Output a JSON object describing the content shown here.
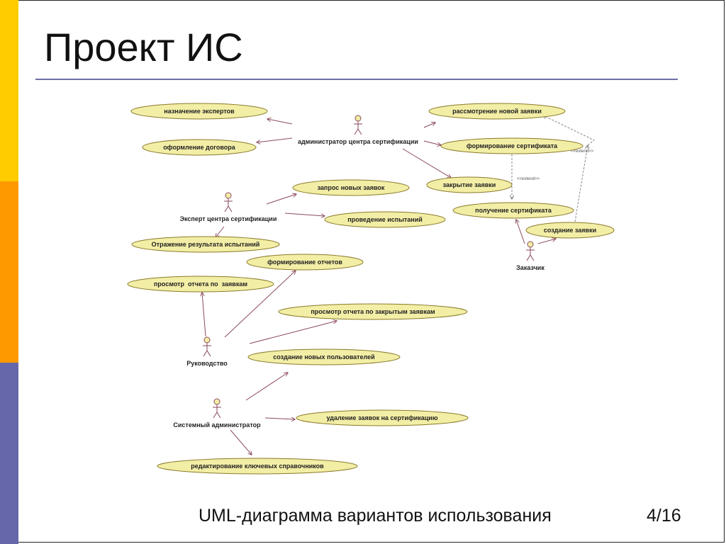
{
  "slide": {
    "title": "Проект ИС",
    "caption": "UML-диаграмма вариантов использования",
    "page": "4/16",
    "colors": {
      "yellow": "#ffcc00",
      "orange": "#ff9900",
      "blue": "#6666aa",
      "usecase_fill": "#f3eea6",
      "arrow": "#8a4a5a"
    }
  },
  "diagram": {
    "actors": [
      {
        "id": "admin",
        "label": "администратор центра сертификации"
      },
      {
        "id": "expert",
        "label": "Эксперт центра сертификации"
      },
      {
        "id": "customer",
        "label": "Заказчик"
      },
      {
        "id": "management",
        "label": "Руководство"
      },
      {
        "id": "sysadmin",
        "label": "Системный администратор"
      }
    ],
    "usecases": [
      {
        "id": "uc1",
        "label": "назначение экспертов"
      },
      {
        "id": "uc2",
        "label": "оформление договора"
      },
      {
        "id": "uc3",
        "label": "рассмотрение новой заявки"
      },
      {
        "id": "uc4",
        "label": "формирование сертификата"
      },
      {
        "id": "uc5",
        "label": "закрытие заявки"
      },
      {
        "id": "uc6",
        "label": "получение сертификата"
      },
      {
        "id": "uc7",
        "label": "создание заявки"
      },
      {
        "id": "uc8",
        "label": "запрос новых заявок"
      },
      {
        "id": "uc9",
        "label": "проведение испытаний"
      },
      {
        "id": "uc10",
        "label": "Отражение результата испытаний"
      },
      {
        "id": "uc11",
        "label": "формирование отчетов"
      },
      {
        "id": "uc12",
        "label": "просмотр  отчета по  заявкам"
      },
      {
        "id": "uc13",
        "label": "просмотр отчета по закрытым заявкам"
      },
      {
        "id": "uc14",
        "label": "создание новых пользователей"
      },
      {
        "id": "uc15",
        "label": "удаление заявок на сертификацию"
      },
      {
        "id": "uc16",
        "label": "редактирование ключевых справочников"
      }
    ],
    "stereotypes": {
      "extend1": "<<extend>>",
      "extend2": "<<extend>>"
    }
  }
}
